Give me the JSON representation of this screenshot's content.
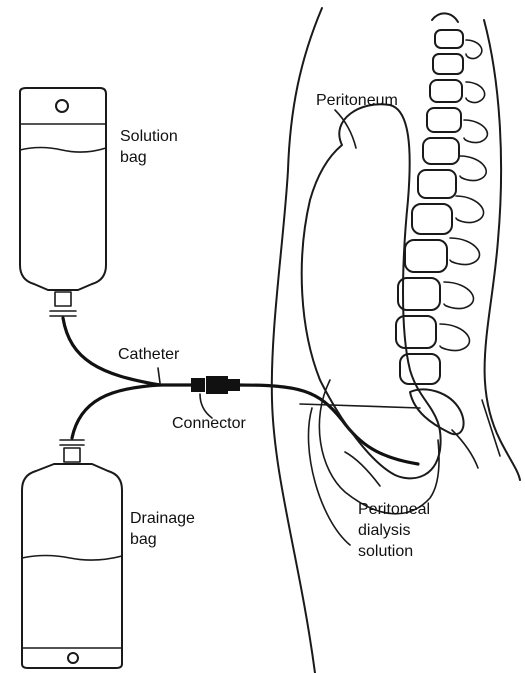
{
  "labels": {
    "solution_bag": [
      "Solution",
      "bag"
    ],
    "drainage_bag": [
      "Drainage",
      "bag"
    ],
    "catheter": "Catheter",
    "connector": "Connector",
    "peritoneum": "Peritoneum",
    "dialysis_solution": [
      "Peritoneal",
      "dialysis",
      "solution"
    ]
  }
}
